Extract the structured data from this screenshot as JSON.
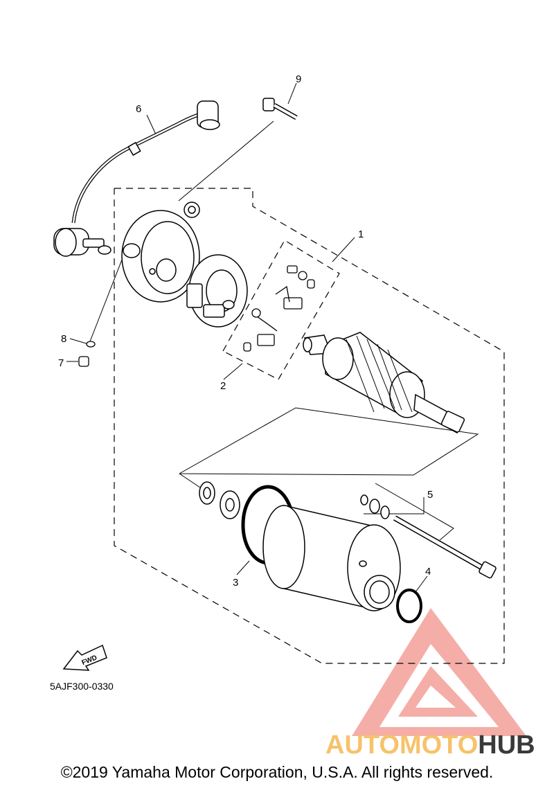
{
  "diagram": {
    "parts": [
      {
        "number": "1",
        "part": "starter motor assembly (dashed boundary)"
      },
      {
        "number": "2",
        "part": "brush holder set"
      },
      {
        "number": "3",
        "part": "o-ring (yoke)"
      },
      {
        "number": "4",
        "part": "o-ring (front)"
      },
      {
        "number": "5",
        "part": "through bolt set"
      },
      {
        "number": "6",
        "part": "starter lead wire"
      },
      {
        "number": "7",
        "part": "screw"
      },
      {
        "number": "8",
        "part": "washer"
      },
      {
        "number": "9",
        "part": "bolt"
      }
    ],
    "labels": {
      "p1": "1",
      "p2": "2",
      "p3": "3",
      "p4": "4",
      "p5": "5",
      "p6": "6",
      "p7": "7",
      "p8": "8",
      "p9": "9"
    },
    "fwd_label": "FWD",
    "diagram_code": "5AJF300-0330"
  },
  "watermark": {
    "part1": "AUTOMOTO",
    "part2": "HUB",
    "colors": {
      "logo": "#f08a80",
      "text1": "#f7c26b",
      "text2": "#3a3a3a"
    }
  },
  "footer": {
    "copyright": "©2019 Yamaha Motor Corporation, U.S.A. All rights reserved."
  }
}
